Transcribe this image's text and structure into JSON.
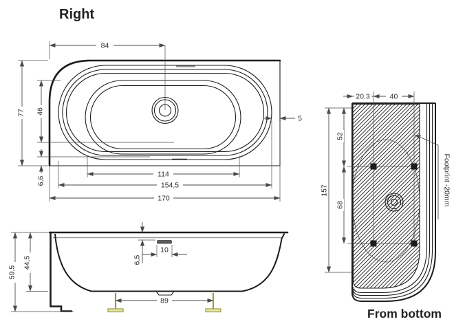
{
  "titles": {
    "right": "Right",
    "from_bottom": "From bottom"
  },
  "top_view": {
    "description": "plan view of corner bathtub, Right orientation",
    "dims": {
      "drain_from_left_edge": "84",
      "overall_width": "77",
      "basin_width": "46",
      "rim_gap_bottom": "6,6",
      "rim_gap_right": "5",
      "basin_length": "114",
      "rim_length": "154,5",
      "overall_length": "170"
    }
  },
  "side_view": {
    "description": "side elevation of bathtub on feet",
    "dims": {
      "total_height_with_feet": "59,5",
      "body_height": "44,5",
      "overflow_offset": "6,5",
      "overflow_slot_width": "10",
      "feet_spacing": "89"
    }
  },
  "bottom_view": {
    "description": "view of tub underside with footprint hatch and four feet",
    "annotation": "Footprint -20mm",
    "dims": {
      "feet_inset_from_left": "20.3",
      "feet_spacing_horizontal": "40",
      "feet_inset_from_top": "52",
      "feet_spacing_vertical": "68",
      "footprint_length": "157"
    }
  },
  "colors": {
    "line": "#1c1c1c",
    "dim": "#4a4a4a",
    "water": "#9a9a9a",
    "foot": "#9a9a3d",
    "footfill": "#e8e4b0",
    "slot": "#595959",
    "bg": "#ffffff"
  }
}
